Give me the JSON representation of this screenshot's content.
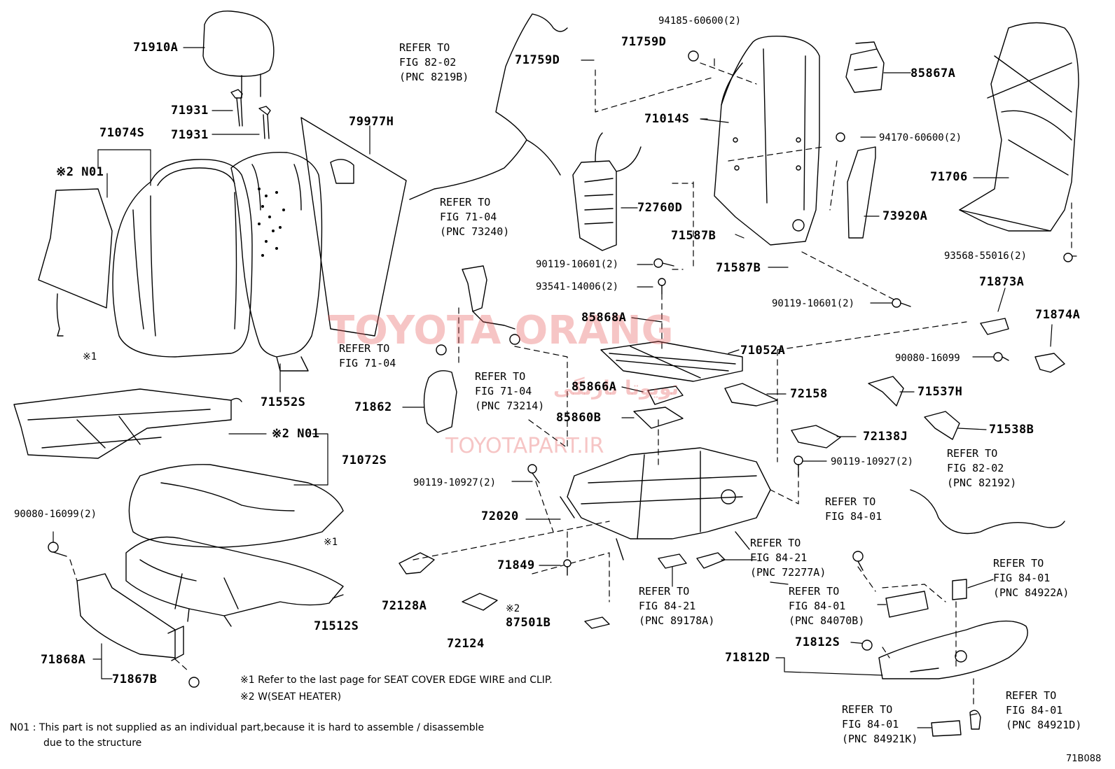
{
  "diagram_code": "71B088",
  "watermark": {
    "main": "TOYOTA ORANG",
    "farsi": "تویوتا نارنگی",
    "site": "TOYOTAPART.IR"
  },
  "labels": {
    "p71910A": "71910A",
    "p71931a": "71931",
    "p71931b": "71931",
    "p71074S": "71074S",
    "pN01a": "※2 N01",
    "p79977H": "79977H",
    "p71552S": "71552S",
    "pN01b": "※2 N01",
    "p71072S": "71072S",
    "p90080_16099_2": "90080-16099(2)",
    "p71512S": "71512S",
    "p71868A": "71868A",
    "p71867B": "71867B",
    "p71759D_a": "71759D",
    "p71759D_b": "71759D",
    "p94185": "94185-60600(2)",
    "p85867A": "85867A",
    "p71014S": "71014S",
    "p94170": "94170-60600(2)",
    "p71706": "71706",
    "p72760D": "72760D",
    "p73920A": "73920A",
    "p71587B_a": "71587B",
    "p71587B_b": "71587B",
    "p93568": "93568-55016(2)",
    "p90119_10601a": "90119-10601(2)",
    "p93541": "93541-14006(2)",
    "p90119_10601b": "90119-10601(2)",
    "p71873A": "71873A",
    "p71874A": "71874A",
    "p85868A": "85868A",
    "p71052A": "71052A",
    "p90080_16099": "90080-16099",
    "p71862": "71862",
    "p85866A": "85866A",
    "p72158": "72158",
    "p71537H": "71537H",
    "p85860B": "85860B",
    "p71538B": "71538B",
    "p72138J": "72138J",
    "p90119_10927a": "90119-10927(2)",
    "p90119_10927b": "90119-10927(2)",
    "p72020": "72020",
    "p71849": "71849",
    "p72128A": "72128A",
    "p72124": "72124",
    "p87501B": "87501B",
    "p87501B_mark": "※2",
    "p71812S": "71812S",
    "p71812D": "71812D",
    "mark_x1a": "※1",
    "mark_x1b": "※1"
  },
  "refs": {
    "r1": [
      "REFER TO",
      "FIG 82-02",
      "(PNC 8219B)"
    ],
    "r2": [
      "REFER TO",
      "FIG 71-04",
      "(PNC 73240)"
    ],
    "r3": [
      "REFER TO",
      "FIG 71-04"
    ],
    "r4": [
      "REFER TO",
      "FIG 71-04",
      "(PNC 73214)"
    ],
    "r5": [
      "REFER TO",
      "FIG 82-02",
      "(PNC 82192)"
    ],
    "r6": [
      "REFER TO",
      "FIG 84-01"
    ],
    "r7": [
      "REFER TO",
      "FIG 84-21",
      "(PNC 72277A)"
    ],
    "r8": [
      "REFER TO",
      "FIG 84-21",
      "(PNC 89178A)"
    ],
    "r9": [
      "REFER TO",
      "FIG 84-01",
      "(PNC 84070B)"
    ],
    "r10": [
      "REFER TO",
      "FIG 84-01",
      "(PNC 84922A)"
    ],
    "r11": [
      "REFER TO",
      "FIG 84-01",
      "(PNC 84921K)"
    ],
    "r12": [
      "REFER TO",
      "FIG 84-01",
      "(PNC 84921D)"
    ]
  },
  "notes": {
    "n1": "※1  Refer to the last page for SEAT COVER EDGE WIRE and CLIP.",
    "n2": "※2  W(SEAT HEATER)",
    "n3": "N01 : This part is not supplied as an individual part,because it is hard to assemble / disassemble",
    "n4": "due to the structure"
  }
}
